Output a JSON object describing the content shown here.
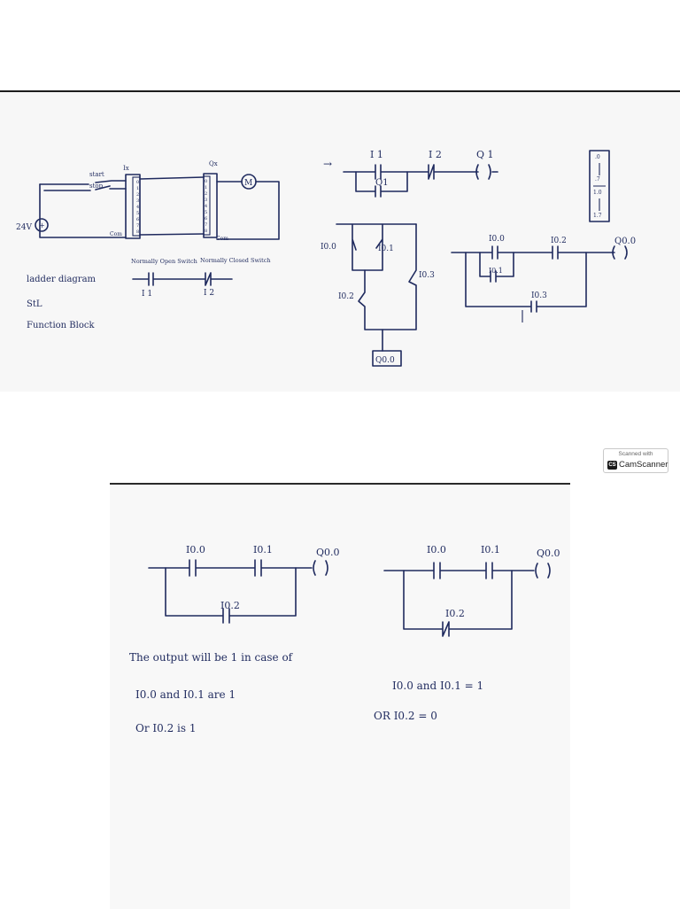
{
  "top": {
    "wiring": {
      "start": "start",
      "stop": "stop",
      "supply": "24V",
      "plus": "+",
      "ix": "Ix",
      "qx": "Qx",
      "com_left": "Com",
      "com_right": "Com",
      "motor": "M",
      "in_terms": [
        "0",
        "1",
        "2",
        "3",
        "4",
        "5",
        "6",
        "7",
        "...",
        "8"
      ],
      "out_terms": [
        "0",
        "1",
        "2",
        "3",
        "4",
        "5",
        "6",
        "7",
        "8"
      ]
    },
    "switches": {
      "no_label": "Normally Open Switch",
      "nc_label": "Normally Closed Switch",
      "i1": "I 1",
      "i2": "I 2"
    },
    "notes": [
      "ladder diagram",
      "StL",
      "Function Block"
    ],
    "rung1": {
      "i1": "I 1",
      "i2": "I 2",
      "q1_top": "Q 1",
      "q1_branch": "Q1",
      "arrow": "→"
    },
    "byte_box": {
      "a": ".0",
      "b": ".7",
      "c": "1.0",
      "d": "1.7"
    },
    "net": {
      "i00": "I0.0",
      "i01": "I0.1",
      "i02": "I0.2",
      "i03": "I0.3",
      "q00": "Q0.0"
    },
    "rung2": {
      "i00": "I0.0",
      "i01": "I0.1",
      "i02": "I0.2",
      "i03": "I0.3",
      "q00": "Q0.0"
    }
  },
  "bottom": {
    "left_rung": {
      "i00": "I0.0",
      "i01": "I0.1",
      "i02": "I0.2",
      "q00": "Q0.0"
    },
    "right_rung": {
      "i00": "I0.0",
      "i01": "I0.1",
      "i02": "I0.2",
      "q00": "Q0.0"
    },
    "caption": "The output will be 1 in case of",
    "cond_left_1": "I0.0   and   I0.1   are   1",
    "cond_left_2": "Or      I0.2      is  1",
    "cond_right_1": "I0.0   and   I0.1   = 1",
    "cond_right_2": "OR   I0.2   =  0"
  },
  "badge": {
    "top": "Scanned with",
    "logo": "CS",
    "name": "CamScanner"
  }
}
